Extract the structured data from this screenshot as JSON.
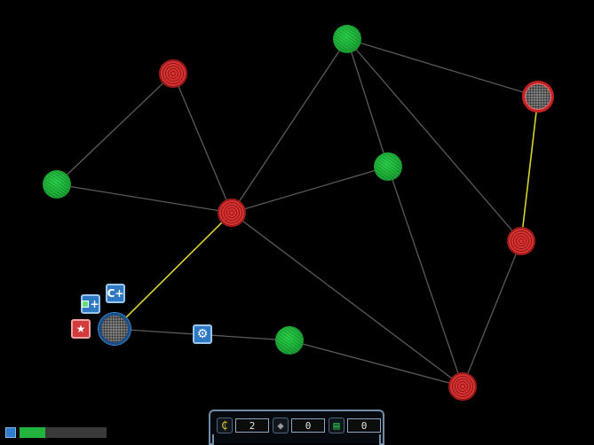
{
  "colors": {
    "edge": "#5a5a5a",
    "highlight_edge": "#d6d22a",
    "green_node": "#1fb53b",
    "red_node": "#c42222",
    "neutral_node": "#777777",
    "tool_blue": "#2f78c4",
    "tool_red": "#d23b3b",
    "progress_fill": "#22b43c"
  },
  "graph": {
    "nodes": [
      {
        "id": "g-top",
        "type": "green"
      },
      {
        "id": "g-left",
        "type": "green"
      },
      {
        "id": "g-center",
        "type": "green"
      },
      {
        "id": "g-bottom",
        "type": "green"
      },
      {
        "id": "r-upleft",
        "type": "red"
      },
      {
        "id": "r-center",
        "type": "red"
      },
      {
        "id": "r-right",
        "type": "red"
      },
      {
        "id": "r-bottom",
        "type": "red"
      },
      {
        "id": "n-topright",
        "type": "neutral",
        "ring": "red"
      },
      {
        "id": "n-player",
        "type": "neutral",
        "ring": "blue",
        "selected": true
      }
    ],
    "edges": [
      {
        "from": "g-left",
        "to": "r-upleft"
      },
      {
        "from": "g-left",
        "to": "r-center"
      },
      {
        "from": "r-upleft",
        "to": "r-center"
      },
      {
        "from": "r-center",
        "to": "g-top"
      },
      {
        "from": "r-center",
        "to": "g-center"
      },
      {
        "from": "r-center",
        "to": "r-bottom"
      },
      {
        "from": "r-center",
        "to": "n-player",
        "highlight": true
      },
      {
        "from": "g-top",
        "to": "n-topright"
      },
      {
        "from": "g-top",
        "to": "g-center"
      },
      {
        "from": "g-top",
        "to": "r-right"
      },
      {
        "from": "n-topright",
        "to": "r-right",
        "highlight": true
      },
      {
        "from": "g-center",
        "to": "r-bottom"
      },
      {
        "from": "r-right",
        "to": "r-bottom"
      },
      {
        "from": "n-player",
        "to": "g-bottom"
      },
      {
        "from": "g-bottom",
        "to": "r-bottom"
      }
    ]
  },
  "node_tools": [
    {
      "name": "add-link-tool",
      "icon": "add-node-icon",
      "label": "+",
      "style": "blue"
    },
    {
      "name": "add-credit-tool",
      "icon": "credit-plus-icon",
      "label": "C+",
      "style": "blue"
    },
    {
      "name": "star-tool",
      "icon": "star-icon",
      "label": "★",
      "style": "red"
    }
  ],
  "edge_tool": {
    "name": "gear-tool",
    "icon": "gear-icon",
    "label": "⚙"
  },
  "hud": {
    "credits": {
      "icon": "credit-icon",
      "glyph": "₵",
      "value": "2"
    },
    "chips": {
      "icon": "chip-icon",
      "glyph": "◆",
      "value": "0"
    },
    "databases": {
      "icon": "database-icon",
      "glyph": "▤",
      "value": "0"
    }
  },
  "progress": {
    "value": 0.3
  }
}
